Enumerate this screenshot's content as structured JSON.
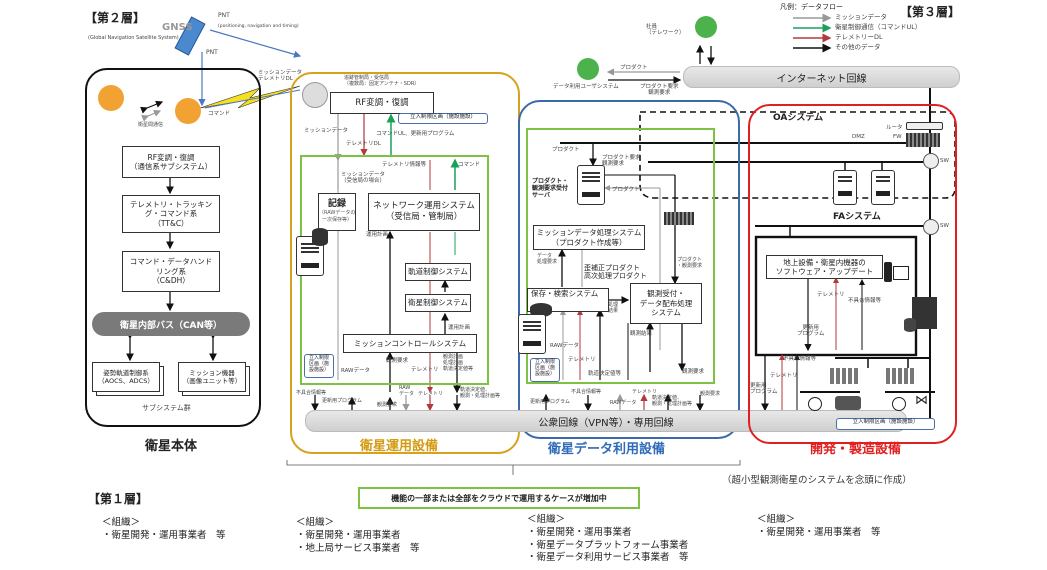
{
  "layers": {
    "layer2": "【第２層】",
    "layer3": "【第３層】",
    "layer1": "【第１層】"
  },
  "legend": {
    "title": "凡例：データフロー",
    "items": [
      {
        "label": "ミッションデータ",
        "color": "#999999"
      },
      {
        "label": "衛星制御通信（コマンドUL）",
        "color": "#1aa05a"
      },
      {
        "label": "テレメトリーDL",
        "color": "#b33a3a"
      },
      {
        "label": "その他のデータ",
        "color": "#111111"
      }
    ]
  },
  "gnss": {
    "name": "GNSS",
    "full": "(Global Navigation Satellite System)",
    "pnt": "PNT",
    "pnt_full": "(positioning, navigation and timing)",
    "pnt_down": "PNT"
  },
  "satellite": {
    "intersat_label": "衛星間通信",
    "command_label": "コマンド",
    "mission_tlm_label": "ミッションデータ\nテレメトリDL",
    "blocks": [
      "RF変調・復調\n（通信系サブシステム）",
      "テレメトリ・トラッキン\nグ・コマンド系\n（TT&C）",
      "コマンド・データハンド\nリング系\n（C&DH）"
    ],
    "bus": "衛星内部バス（CAN等）",
    "sub1": "姿勢軌道制御系\n（AOCS、ADCS）",
    "sub2": "ミッション機器\n（画像ユニット等）",
    "subsys_group": "サブシステム群",
    "title": "衛星本体"
  },
  "ops": {
    "station_label": "追跡管制局・受信局\n（複数局：固定アンテナ・SDR）",
    "rf": "RF変調・復調",
    "restricted": "立入制限区画（施設施設）",
    "mission_data": "ミッションデータ",
    "tlm_dl": "テレメトリDL",
    "cmd_ul": "コマンドUL、更新用プログラム",
    "tlm_info": "テレメトリ情報等",
    "command": "コマンド",
    "mission_data_rx": "ミッションデータ\n（受信局の場合）",
    "record": "記録",
    "record_sub": "（RAWデータの\n一次保存等）",
    "network": "ネットワーク運用システム\n（受信局・管制局）",
    "ops_plan1": "運用計画",
    "orbit": "軌道制御システム",
    "sat_ctrl": "衛星制御システム",
    "ops_plan2": "運用計画",
    "mcs": "ミッションコントロールシステム",
    "restricted2": "立入制限\n区画（施\n設施設）",
    "raw": "RAWデータ",
    "obs_req": "観測要求",
    "tlm": "テレメトリ",
    "plans": "観測計画\n処理計画\n軌道決定値等",
    "bottom_labels": [
      "不具合情報等",
      "更新用プログラム",
      "観測要求",
      "RAW\nデータ",
      "テレメトリ",
      "軌道決定値、\n観測・処理計画等"
    ],
    "title": "衛星運用設備"
  },
  "data_use": {
    "user_system": "データ利用ユーザシステム",
    "product": "プロダクト",
    "product_req": "プロダクト要求\n観測要求",
    "product_left": "プロダクト",
    "product_req2": "プロダクト要求\n観測要求",
    "product_back": "プロダクト",
    "server": "プロダクト・\n観測要求受付\nサーバ",
    "mdp": "ミッションデータ処理システム\n（プロダクト作成等）",
    "data_proc_req": "データ\n処理要求",
    "corrected": "歪補正プロダクト\n高次処理プロダクト",
    "prod_obs_req": "プロダクト\n・観測要求",
    "storage": "保存・検索システム",
    "proc_result": "処理\n結果",
    "dist": "観測受付・\nデータ配布処理\nシステム",
    "obs_result": "観測結果",
    "raw": "RAWデータ",
    "tlm": "テレメトリ",
    "orbit_val": "軌道決定値等",
    "obs_req": "観測要求",
    "restricted": "立入制限\n区画（施\n設施設）",
    "bottom_labels": [
      "更新用プログラム",
      "不具合情報等",
      "RAWデータ",
      "テレメトリ",
      "軌道決定値、\n観測・処理計画等",
      "観測要求"
    ],
    "title": "衛星データ利用設備"
  },
  "internet": {
    "label": "インターネット回線",
    "employee": "社員\n（テレワーク）"
  },
  "public_line": "公衆回線（VPN等）・専用回線",
  "dev": {
    "oa": "OAシステム",
    "router": "ルータ",
    "dmz": "DMZ",
    "fw": "FW",
    "sw": "SW",
    "fa": "FAシステム",
    "update": "地上設備・衛星内機器の\nソフトウェア・アップデート",
    "tlm": "テレメトリ",
    "bug_info": "不具合情報等",
    "update_prog": "更新用\nプログラム",
    "bug_info2": "不具合情報等",
    "tlm2": "テレメトリ",
    "update_prog2": "更新用\nプログラム",
    "restricted": "立入制限区画（施設施設）",
    "title": "開発・製造設備"
  },
  "cloud_note": "機能の一部または全部をクラウドで運用するケースが増加中",
  "caption": "（超小型観測衛星のシステムを念頭に作成）",
  "orgs": [
    {
      "header": "＜組織＞",
      "lines": [
        "・衛星開発・運用事業者　等"
      ]
    },
    {
      "header": "＜組織＞",
      "lines": [
        "・衛星開発・運用事業者",
        "・地上局サービス事業者　等"
      ]
    },
    {
      "header": "＜組織＞",
      "lines": [
        "・衛星開発・運用事業者",
        "・衛星データプラットフォーム事業者",
        "・衛星データ利用サービス事業者　等"
      ]
    },
    {
      "header": "＜組織＞",
      "lines": [
        "・衛星開発・運用事業者　等"
      ]
    }
  ],
  "colors": {
    "satellite_border": "#111111",
    "ops_border": "#d6a21e",
    "data_border": "#3b6aa8",
    "dev_border": "#e02020",
    "inner_green": "#7dc242",
    "ops_title": "#d49a10",
    "data_title": "#2f6bb8",
    "dev_title": "#e02020"
  }
}
